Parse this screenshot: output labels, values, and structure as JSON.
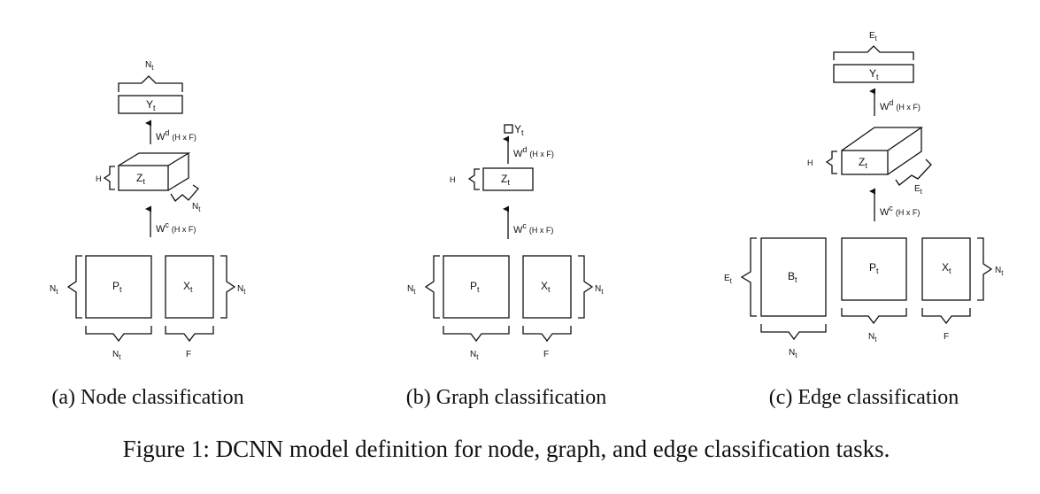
{
  "figure": {
    "caption": "Figure 1: DCNN model definition for node, graph, and edge classification tasks."
  },
  "panels": {
    "a": {
      "caption": "(a) Node classification",
      "y": "Y",
      "y_sub": "t",
      "y_brace": "N",
      "y_brace_sub": "t",
      "wd": "W",
      "wd_sup": "d",
      "wd_dims": "(H x F)",
      "z": "Z",
      "z_sub": "t",
      "h": "H",
      "z_depth": "N",
      "z_depth_sub": "t",
      "wc": "W",
      "wc_sup": "c",
      "wc_dims": "(H x F)",
      "p": "P",
      "p_sub": "t",
      "x": "X",
      "x_sub": "t",
      "left": "N",
      "left_sub": "t",
      "right": "N",
      "right_sub": "t",
      "p_bottom": "N",
      "p_bottom_sub": "t",
      "x_bottom": "F"
    },
    "b": {
      "caption": "(b) Graph classification",
      "y": "Y",
      "y_sub": "t",
      "wd": "W",
      "wd_sup": "d",
      "wd_dims": "(H x F)",
      "z": "Z",
      "z_sub": "t",
      "h": "H",
      "wc": "W",
      "wc_sup": "c",
      "wc_dims": "(H x F)",
      "p": "P",
      "p_sub": "t",
      "x": "X",
      "x_sub": "t",
      "left": "N",
      "left_sub": "t",
      "right": "N",
      "right_sub": "t",
      "p_bottom": "N",
      "p_bottom_sub": "t",
      "x_bottom": "F"
    },
    "c": {
      "caption": "(c) Edge classification",
      "y": "Y",
      "y_sub": "t",
      "y_brace": "E",
      "y_brace_sub": "t",
      "wd": "W",
      "wd_sup": "d",
      "wd_dims": "(H x F)",
      "z": "Z",
      "z_sub": "t",
      "h": "H",
      "z_depth": "E",
      "z_depth_sub": "t",
      "wc": "W",
      "wc_sup": "c",
      "wc_dims": "(H x F)",
      "b": "B",
      "b_sub": "t",
      "p": "P",
      "p_sub": "t",
      "x": "X",
      "x_sub": "t",
      "left": "E",
      "left_sub": "t",
      "right": "N",
      "right_sub": "t",
      "b_bottom": "N",
      "b_bottom_sub": "t",
      "p_bottom": "N",
      "p_bottom_sub": "t",
      "x_bottom": "F"
    }
  }
}
